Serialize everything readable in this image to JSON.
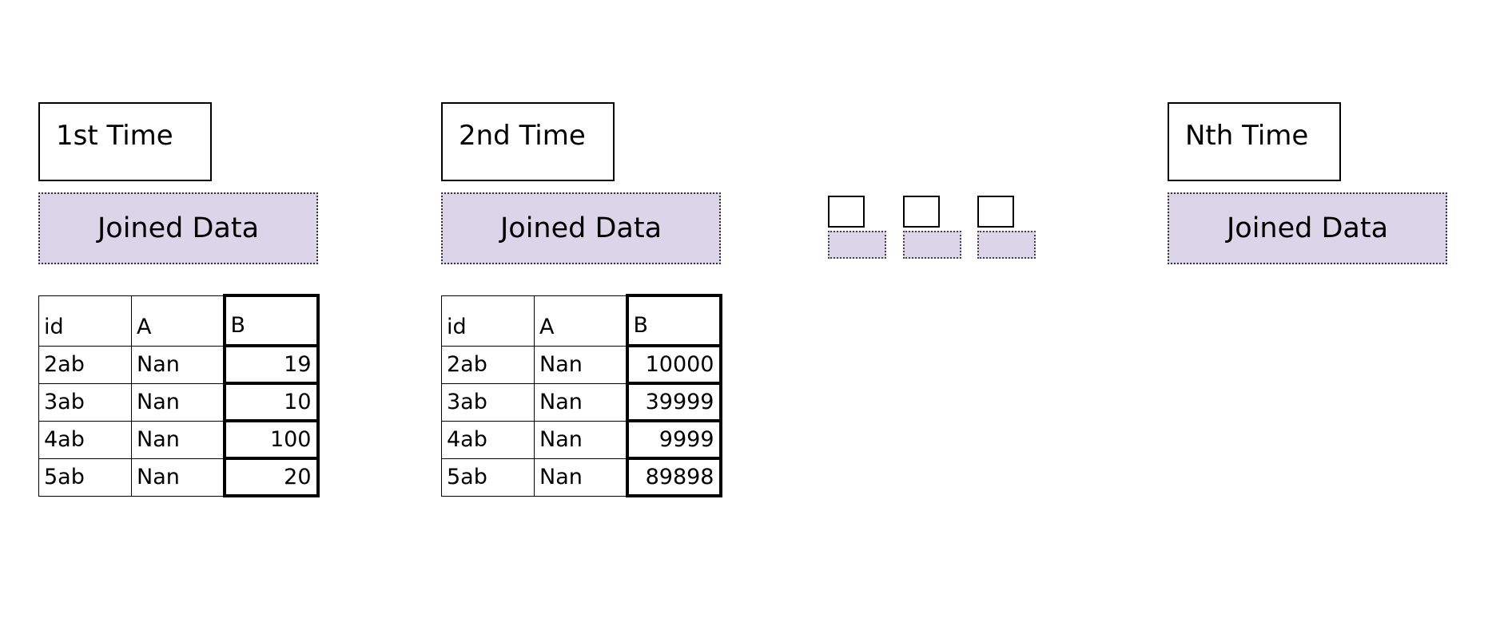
{
  "panels": [
    {
      "time_label": "1st Time",
      "joined_label": "Joined Data",
      "table": {
        "headers": [
          "id",
          "A",
          "B"
        ],
        "rows": [
          [
            "2ab",
            "Nan",
            "19"
          ],
          [
            "3ab",
            "Nan",
            "10"
          ],
          [
            "4ab",
            "Nan",
            "100"
          ],
          [
            "5ab",
            "Nan",
            "20"
          ]
        ]
      }
    },
    {
      "time_label": "2nd Time",
      "joined_label": "Joined Data",
      "table": {
        "headers": [
          "id",
          "A",
          "B"
        ],
        "rows": [
          [
            "2ab",
            "Nan",
            "10000"
          ],
          [
            "3ab",
            "Nan",
            "39999"
          ],
          [
            "4ab",
            "Nan",
            "9999"
          ],
          [
            "5ab",
            "Nan",
            "89898"
          ]
        ]
      }
    },
    {
      "time_label": "Nth Time",
      "joined_label": "Joined Data"
    }
  ],
  "colors": {
    "joined_fill": "#dcd5ea",
    "border": "#000000"
  }
}
